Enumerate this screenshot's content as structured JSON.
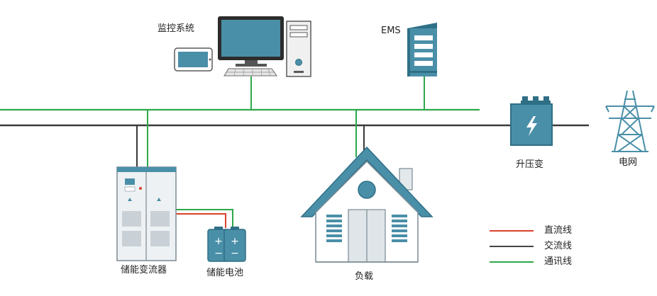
{
  "labels": {
    "monitor": "监控系统",
    "ems": "EMS",
    "transformer": "升压变",
    "grid": "电网",
    "pcs": "储能变流器",
    "battery": "储能电池",
    "load": "负载"
  },
  "legend": [
    {
      "label": "直流线",
      "color": "#d9412b"
    },
    {
      "label": "交流线",
      "color": "#444444"
    },
    {
      "label": "通讯线",
      "color": "#2ea84a"
    }
  ],
  "colors": {
    "device": "#4a8fa8",
    "device_dark": "#2f6f86",
    "ac_line": "#3a3a3a",
    "comm_line": "#2ea84a",
    "dc_line": "#d9412b"
  }
}
